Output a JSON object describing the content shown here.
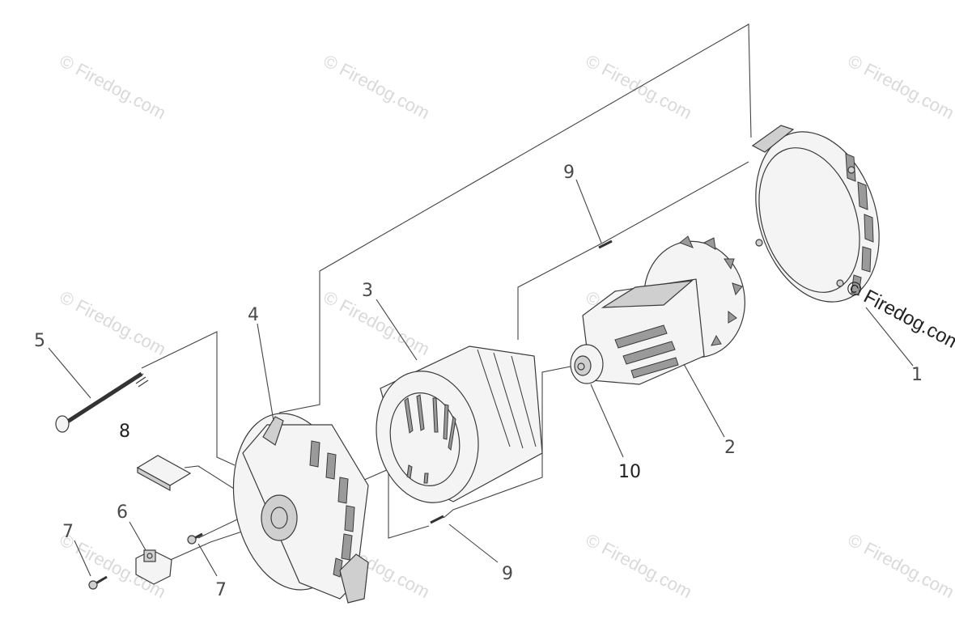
{
  "watermark_text": "© Firedog.com",
  "callouts": {
    "c1": "1",
    "c2": "2",
    "c3": "3",
    "c4": "4",
    "c5": "5",
    "c6": "6",
    "c7a": "7",
    "c7b": "7",
    "c8": "8",
    "c9a": "9",
    "c9b": "9",
    "c10": "10"
  },
  "colors": {
    "line": "#444444",
    "part_fill": "#f4f4f4",
    "shade": "#9a9a9a",
    "watermark": "#d9d9d9"
  }
}
